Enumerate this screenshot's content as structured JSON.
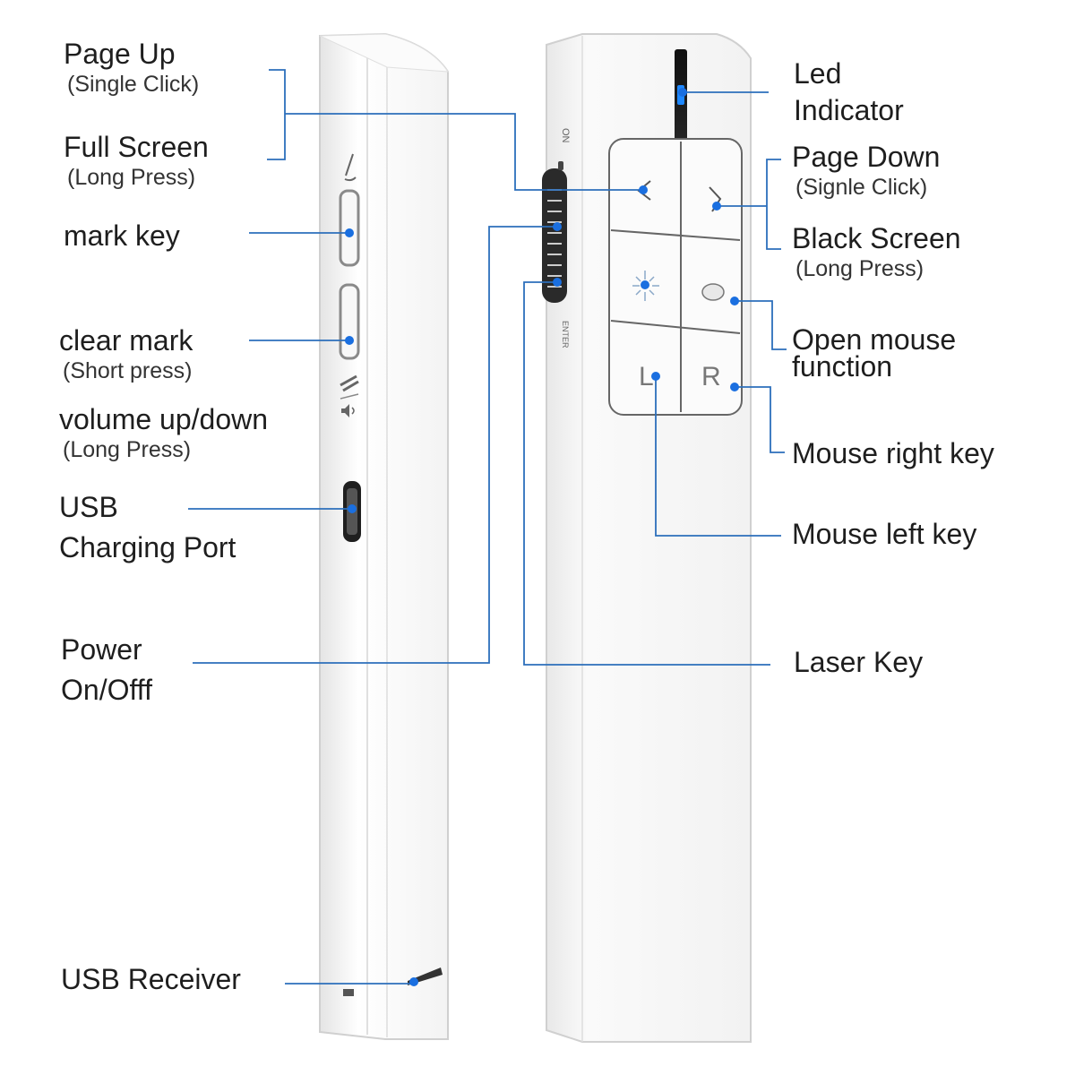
{
  "colors": {
    "leader": "#2c6fbb",
    "dot": "#1a6fe0",
    "body": "#f4f4f4",
    "shadow": "#d9d9d9",
    "text": "#1e1e1e"
  },
  "device_markings": {
    "on": "ON",
    "enter": "ENTER",
    "left_key": "L",
    "right_key": "R"
  },
  "labels": {
    "page_up": {
      "main": "Page Up",
      "sub": "(Single Click)"
    },
    "full_screen": {
      "main": "Full Screen",
      "sub": "(Long Press)"
    },
    "mark_key": {
      "main": "mark key"
    },
    "clear_mark": {
      "main": "clear mark",
      "sub": "(Short press)"
    },
    "volume": {
      "main": "volume up/down",
      "sub": "(Long Press)"
    },
    "usb_charging": {
      "line1": "USB",
      "line2": "Charging Port"
    },
    "power": {
      "line1": "Power",
      "line2": "On/Offf"
    },
    "usb_receiver": {
      "main": "USB Receiver"
    },
    "led": {
      "line1": "Led",
      "line2": "Indicator"
    },
    "page_down": {
      "main": "Page Down",
      "sub": "(Signle Click)"
    },
    "black_screen": {
      "main": "Black Screen",
      "sub": "(Long Press)"
    },
    "open_mouse": {
      "line1": "Open mouse",
      "line2": "function"
    },
    "mouse_right": {
      "main": "Mouse right key"
    },
    "mouse_left": {
      "main": "Mouse left key"
    },
    "laser_key": {
      "main": "Laser Key"
    }
  }
}
